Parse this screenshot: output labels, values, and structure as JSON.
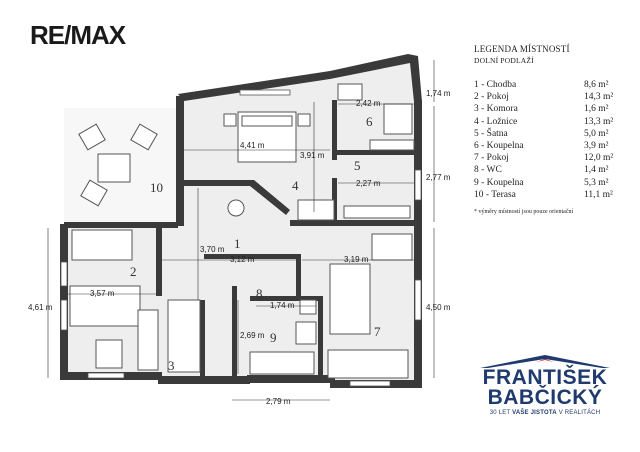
{
  "logo": {
    "text": "RE/MAX"
  },
  "legend": {
    "title": "LEGENDA MÍSTNOSTÍ",
    "subtitle": "DOLNÍ PODLAŽÍ",
    "rooms": [
      {
        "label": "1 - Chodba",
        "area": "8,6 m²"
      },
      {
        "label": "2 - Pokoj",
        "area": "14,3 m²"
      },
      {
        "label": "3 - Komora",
        "area": "1,6 m²"
      },
      {
        "label": "4 - Ložnice",
        "area": "13,3 m²"
      },
      {
        "label": "5 - Šatna",
        "area": "5,0 m²"
      },
      {
        "label": "6 - Koupelna",
        "area": "3,9 m²"
      },
      {
        "label": "7 - Pokoj",
        "area": "12,0 m²"
      },
      {
        "label": "8 - WC",
        "area": "1,4 m²"
      },
      {
        "label": "9 - Koupelna",
        "area": "5,3 m²"
      },
      {
        "label": "10 - Terasa",
        "area": "11,1 m²"
      }
    ],
    "note": "* výměry místností jsou pouze orientační"
  },
  "plan": {
    "room_numbers": [
      "1",
      "2",
      "3",
      "4",
      "5",
      "6",
      "7",
      "8",
      "9",
      "10"
    ],
    "dimensions": {
      "d_441": "4,41 m",
      "d_391": "3,91 m",
      "d_242": "2,42 m",
      "d_227": "2,27 m",
      "d_174_top": "1,74 m",
      "d_277": "2,77 m",
      "d_450": "4,50 m",
      "d_461": "4,61 m",
      "d_370": "3,70 m",
      "d_312": "3,12 m",
      "d_319": "3,19 m",
      "d_357": "3,57 m",
      "d_174_wc": "1,74 m",
      "d_269": "2,69 m",
      "d_279": "2,79 m"
    }
  },
  "brand": {
    "name_line1": "FRANTIŠEK",
    "name_line2": "BABČICKÝ",
    "tag_prefix": "30 LET",
    "tag_bold": "VAŠE JISTOTA",
    "tag_suffix": "V REALITÁCH"
  },
  "colors": {
    "wall": "#3a3a3a",
    "floor": "#ececec",
    "terrace": "#f6f6f6",
    "brand": "#1e3a6e",
    "brand_red": "#c8102e"
  }
}
